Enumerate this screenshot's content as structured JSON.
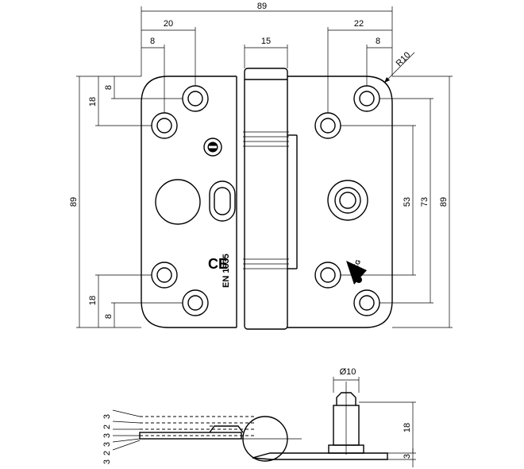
{
  "dimensions": {
    "total_width": "89",
    "top_left_hole_offset": "20",
    "left_edge_offset": "8",
    "knuckle_width": "15",
    "right_hole_offset": "22",
    "right_edge_offset": "8",
    "corner_radius": "R10",
    "left_top_8": "8",
    "left_top_18": "18",
    "left_height": "89",
    "left_bottom_18": "18",
    "left_bottom_8": "8",
    "right_53": "53",
    "right_73": "73",
    "right_89": "89",
    "pin_diameter": "Ø10",
    "pin_height": "18",
    "leaf_thickness": "3",
    "side_offsets": [
      "3",
      "2",
      "3",
      "3",
      "2",
      "3"
    ]
  },
  "markings": {
    "ce": "CE",
    "standard": "EN 1935",
    "grade": "SKG"
  }
}
